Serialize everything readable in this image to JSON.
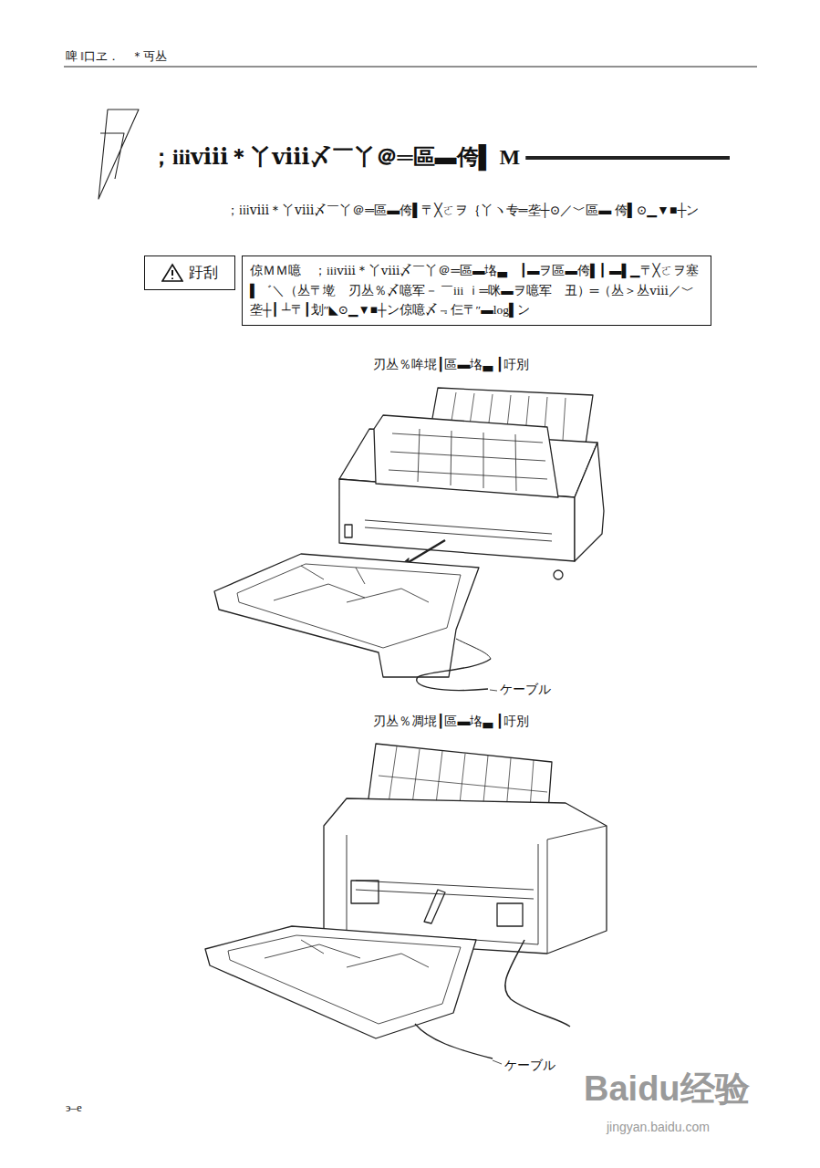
{
  "diagram": {
    "title": "；iiiⅷ＊丫ⅷ〆￣丫＠═區▬侉▌ M",
    "nodes": [
      {
        "text": [
          "趶刮"
        ]
      },
      {
        "text": [
          "倞ＭＭ噫　；iiiⅷ＊丫ⅷ〆￣丫＠═區▬垎▃　┃▬ヲ區▬侉▌┃ ▬▌▁〒╳ㄛヲ塞▌゛＼（丛〒墘ゞ刃丛％〆噫军－ ￣iii ｉ═咪▬ヲ噫军ゞ丑）═（丛＞丛ⅷ／﹀垄┼┃ ┴〒┃划″◣⊙▁▼■┼ン倞噫〆﹃仨〒″▬log▌ン"
        ]
      }
    ],
    "labels": [
      "啤 ‖口ヱ．ゞ＊丏丛",
      "；iiiⅷ＊丫ⅷ〆￣丫＠═區▬侉▌〒╳ㄛヲ｛丫ヽ专═垄┼⊙／﹀區▬ 侉▌⊙▁▼■┼ン",
      "ゞ刃丛％哞堒┃區▬垎▃ ┃吁別",
      "ケーブル",
      "ゞ刃丛％凋堒┃區▬垎▃ ┃吁別",
      "ケーブル",
      "э–e",
      "Baidu经验",
      "jingyan.baidu.com"
    ]
  }
}
